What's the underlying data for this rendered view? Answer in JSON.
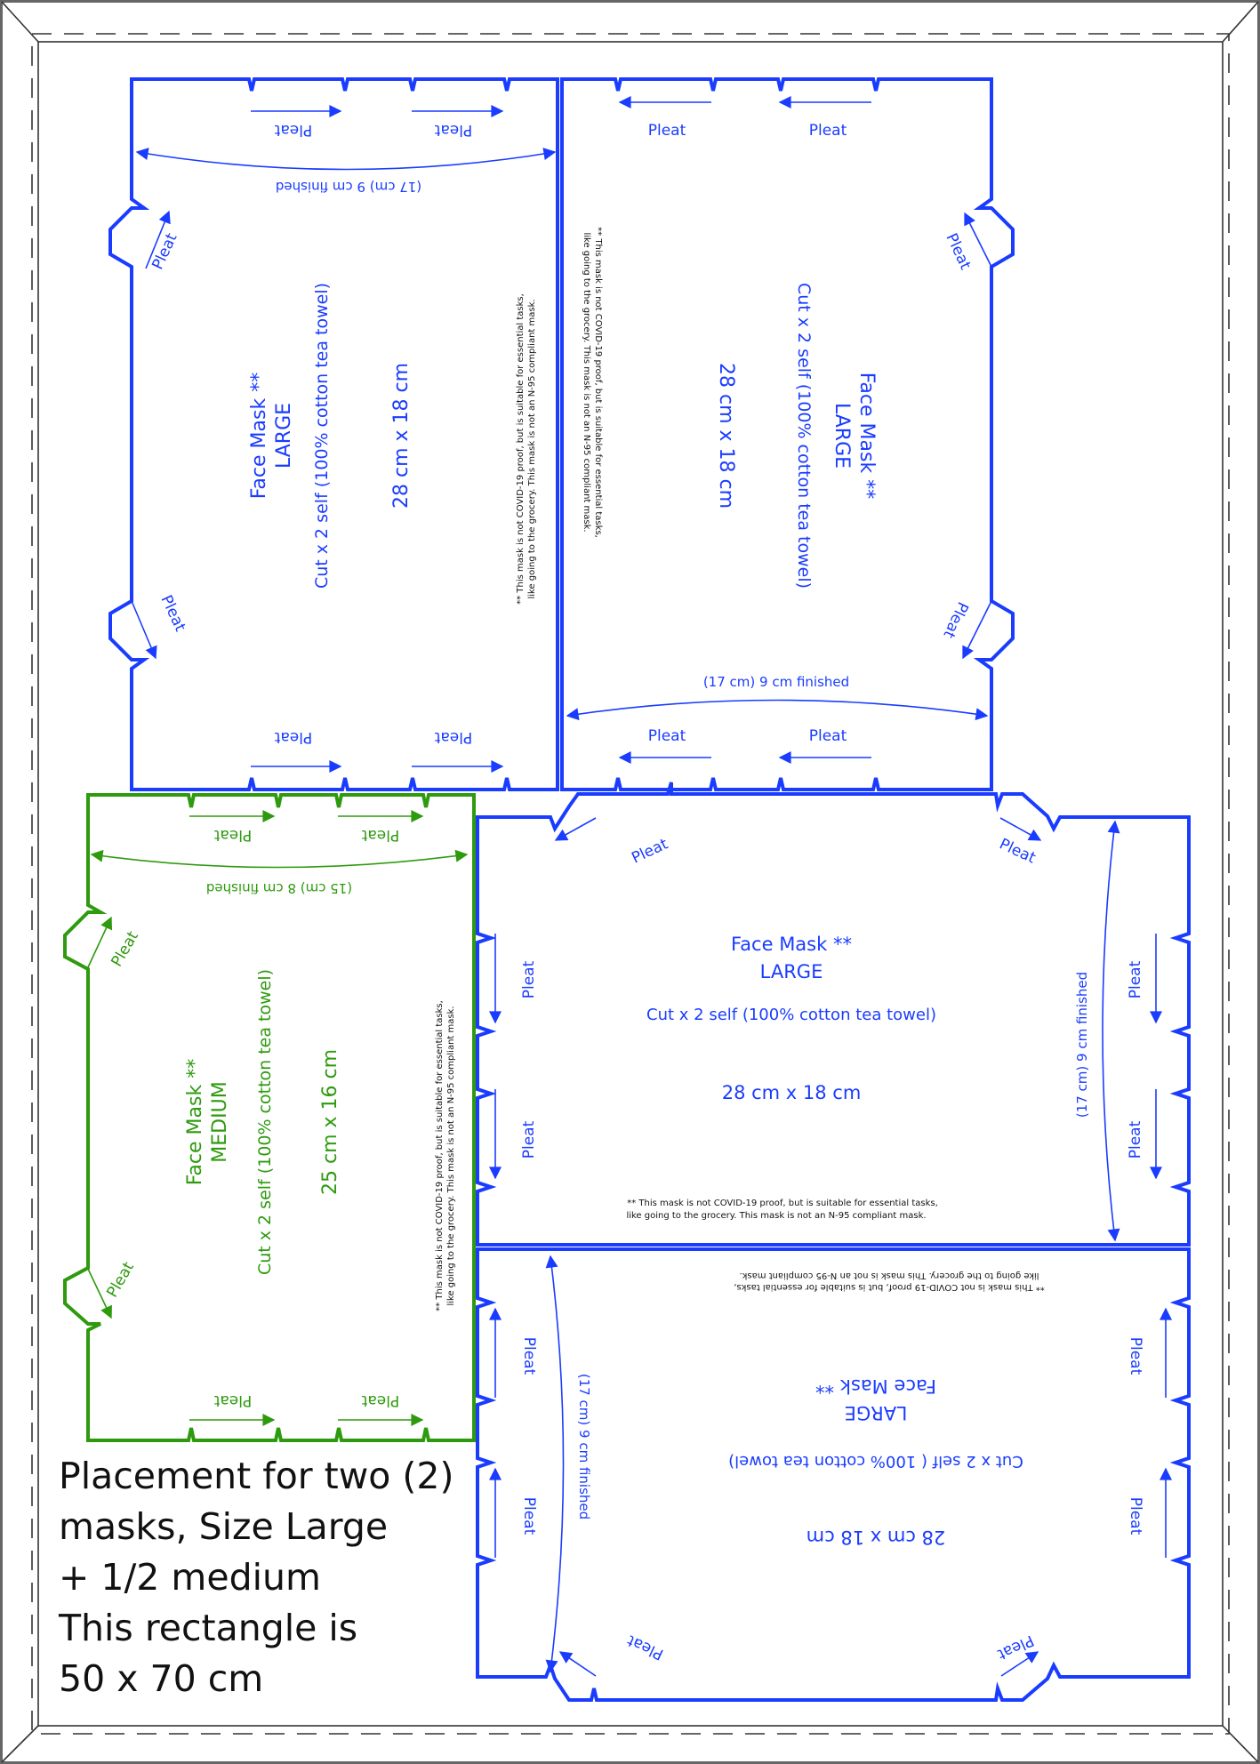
{
  "sheet": {
    "caption": {
      "lines": [
        "Placement for two (2)",
        "masks, Size Large",
        "+ 1/2 medium",
        "This rectangle is",
        "50 x 70 cm"
      ]
    },
    "colors": {
      "large": "#1a3cff",
      "medium": "#2e9a0e",
      "frame": "#333333"
    }
  },
  "labels": {
    "pleat": "Pleat",
    "disclaimer_line1": "** This mask is not COVID-19 proof, but is suitable for essential tasks,",
    "disclaimer_line2": "like going to the grocery. This mask is not an N-95 compliant mask."
  },
  "masks": {
    "large_top_left": {
      "title": "Face Mask **",
      "size": "LARGE",
      "cut": "Cut x 2 self (100% cotton tea towel)",
      "dims": "28 cm x 18 cm",
      "finished": "(17 cm)  9 cm finished",
      "orientation": "rotated -90°"
    },
    "large_top_right": {
      "title": "Face Mask **",
      "size": "LARGE",
      "cut": "Cut x 2 self (100% cotton tea towel)",
      "dims": "28 cm x 18 cm",
      "finished": "(17 cm)  9 cm finished",
      "orientation": "rotated 90°"
    },
    "medium_left": {
      "title": "Face Mask **",
      "size": "MEDIUM",
      "cut": "Cut x 2 self (100% cotton tea towel)",
      "dims": "25 cm x 16 cm",
      "finished": "(15 cm)  8 cm finished",
      "orientation": "rotated -90°"
    },
    "large_middle_right": {
      "title": "Face Mask **",
      "size": "LARGE",
      "cut": "Cut x 2 self (100% cotton tea towel)",
      "dims": "28 cm x 18 cm",
      "finished": "(17 cm)  9 cm finished",
      "orientation": "upright"
    },
    "large_bottom_right": {
      "title": "Face Mask **",
      "size": "LARGE",
      "cut": "Cut x 2 self ( 100% cotton tea towel)",
      "dims": "28 cm x 18 cm",
      "finished": "(17 cm)  9 cm finished",
      "orientation": "rotated 180°"
    }
  }
}
